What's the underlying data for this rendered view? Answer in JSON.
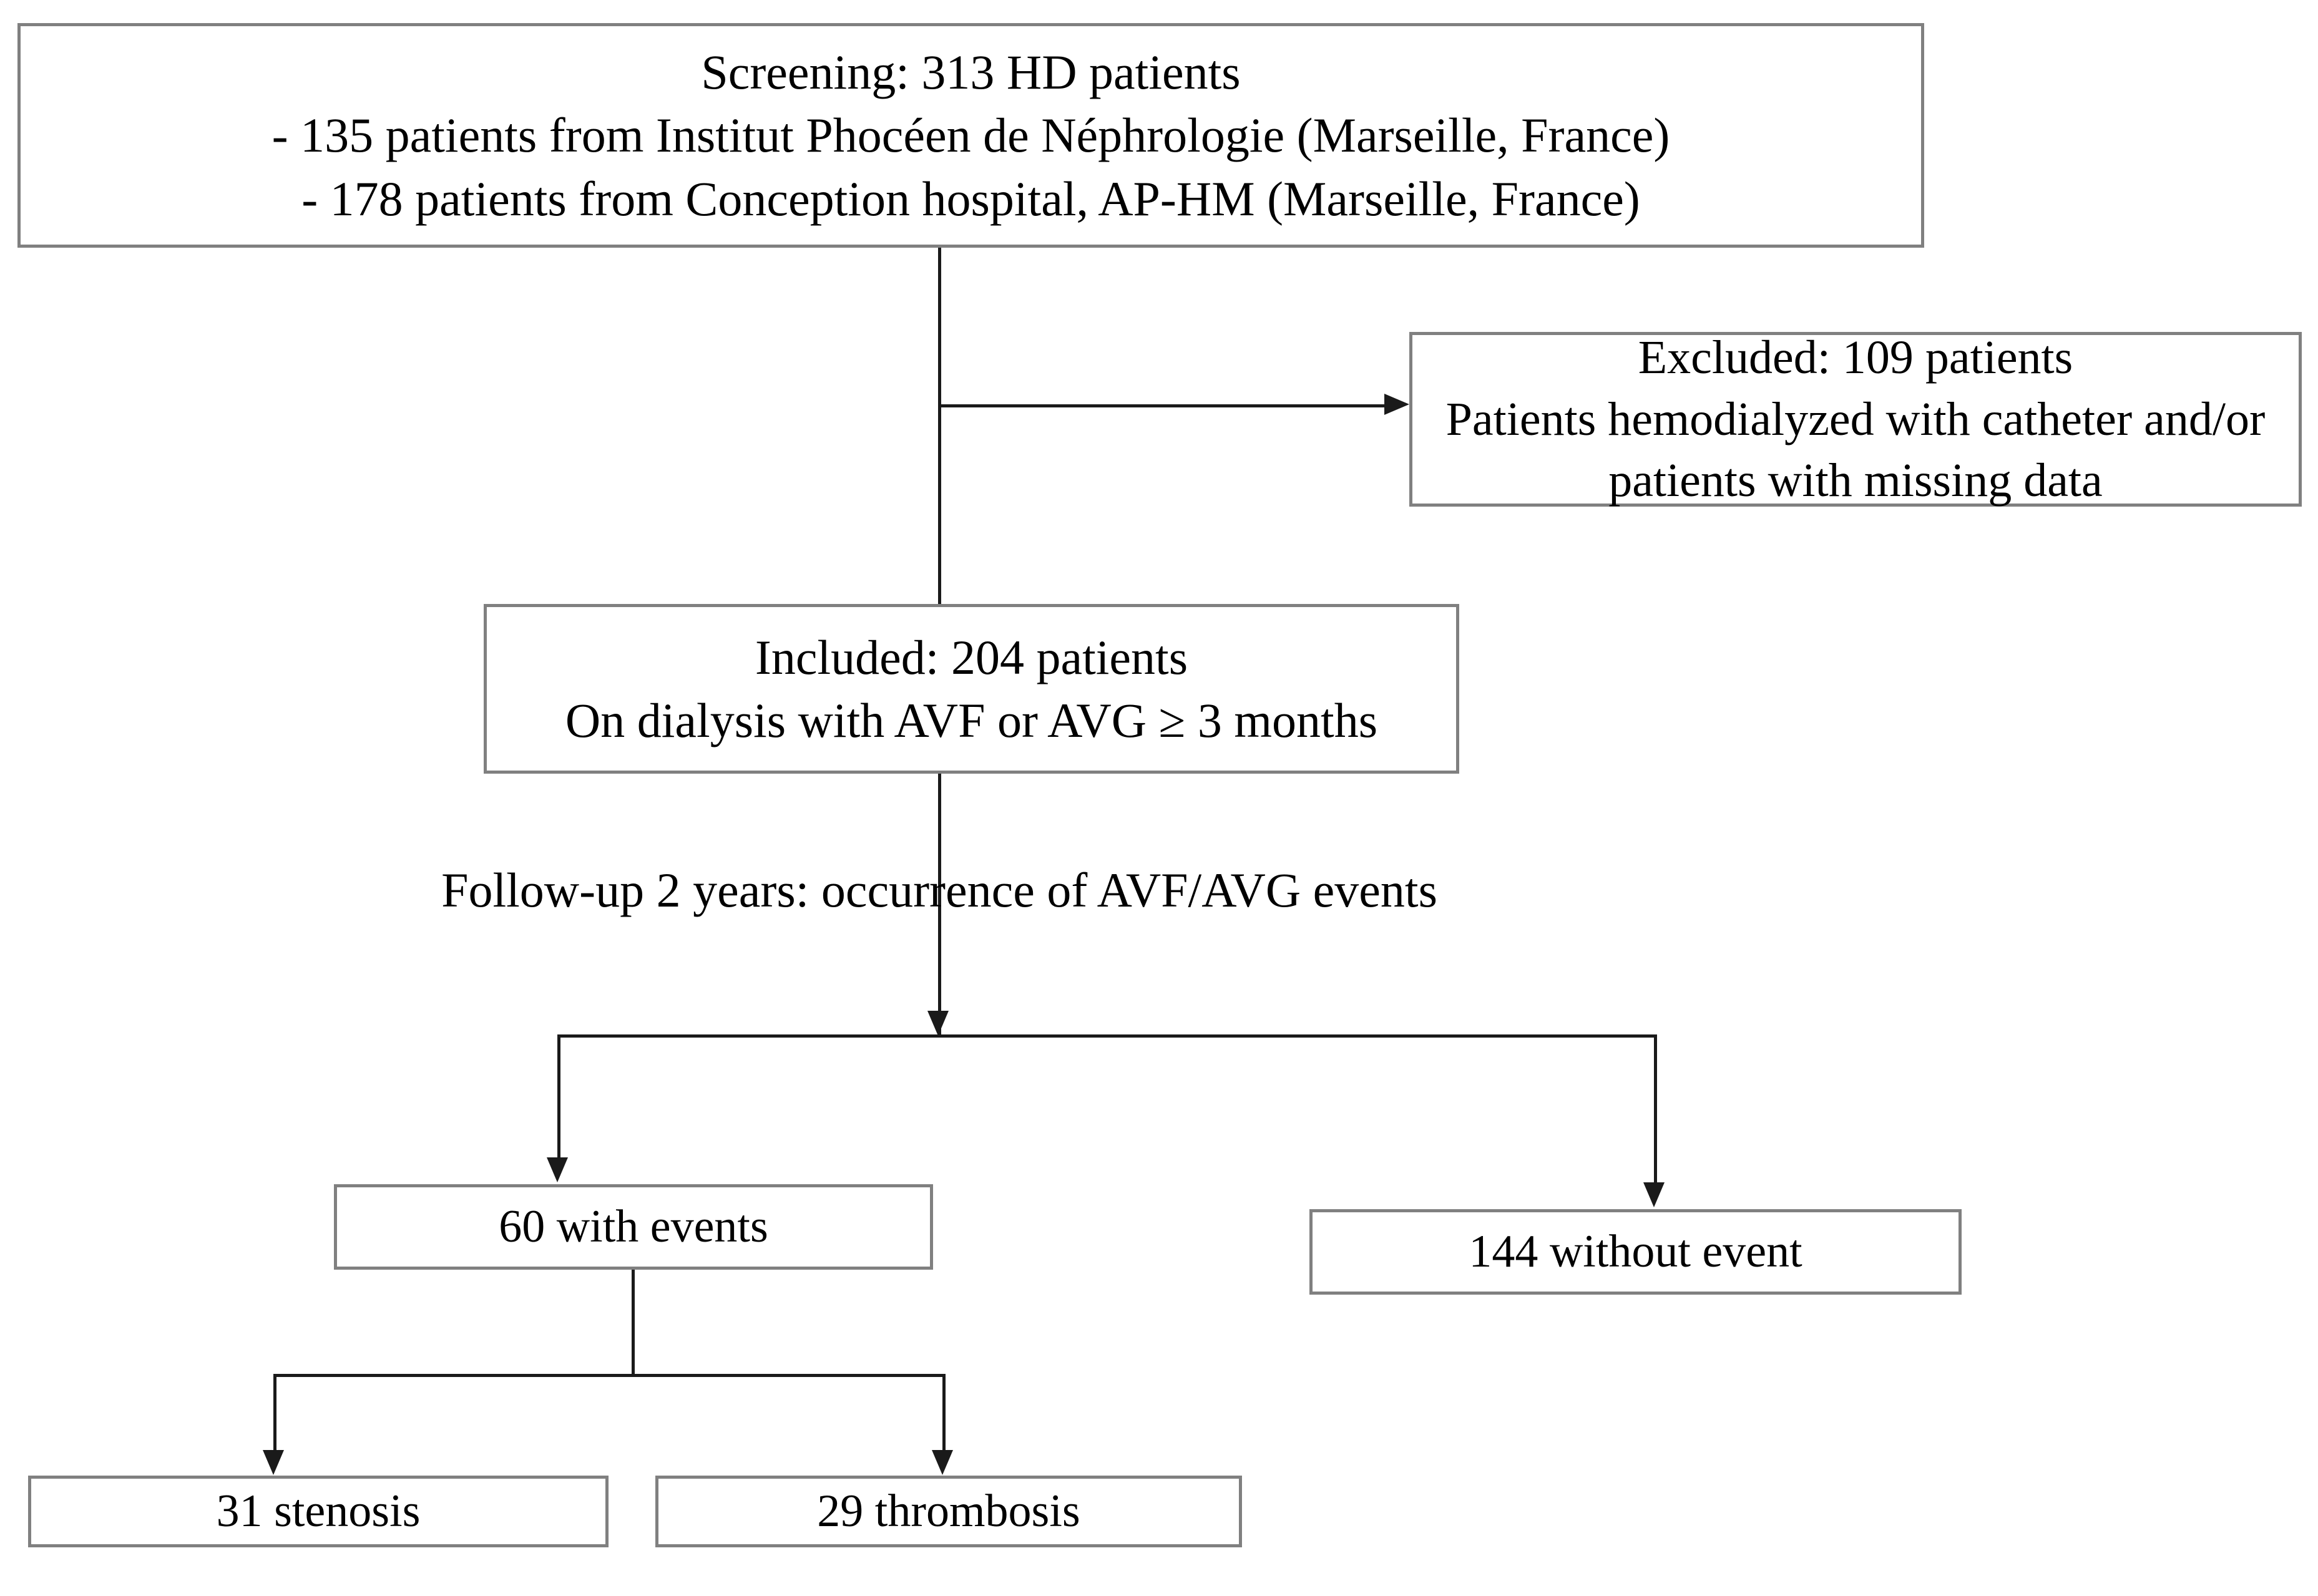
{
  "diagram": {
    "title": "Study flow diagram of hemodialysis patient screening, inclusion and follow-up",
    "type": "flowchart",
    "colors": {
      "box_border": "#808080",
      "connector": "#1a1a1a",
      "background": "#ffffff",
      "text": "#000000"
    }
  },
  "nodes": {
    "screening": {
      "lines": [
        "Screening: 313 HD patients",
        "- 135 patients from Institut Phocéen de Néphrologie (Marseille, France)",
        "- 178 patients from Conception hospital, AP-HM (Marseille, France)"
      ],
      "count": 313
    },
    "excluded": {
      "lines": [
        "Excluded: 109 patients",
        "Patients hemodialyzed with catheter and/or",
        "patients with missing data"
      ],
      "count": 109
    },
    "included": {
      "lines": [
        "Included: 204 patients",
        "On dialysis with AVF or AVG  ≥ 3 months"
      ],
      "count": 204
    },
    "with_events": {
      "lines": [
        "60 with events"
      ],
      "count": 60
    },
    "without_event": {
      "lines": [
        "144 without event"
      ],
      "count": 144
    },
    "stenosis": {
      "lines": [
        "31 stenosis"
      ],
      "count": 31
    },
    "thrombosis": {
      "lines": [
        "29 thrombosis"
      ],
      "count": 29
    }
  },
  "captions": {
    "followup": "Follow-up 2 years: occurrence of AVF/AVG events"
  }
}
